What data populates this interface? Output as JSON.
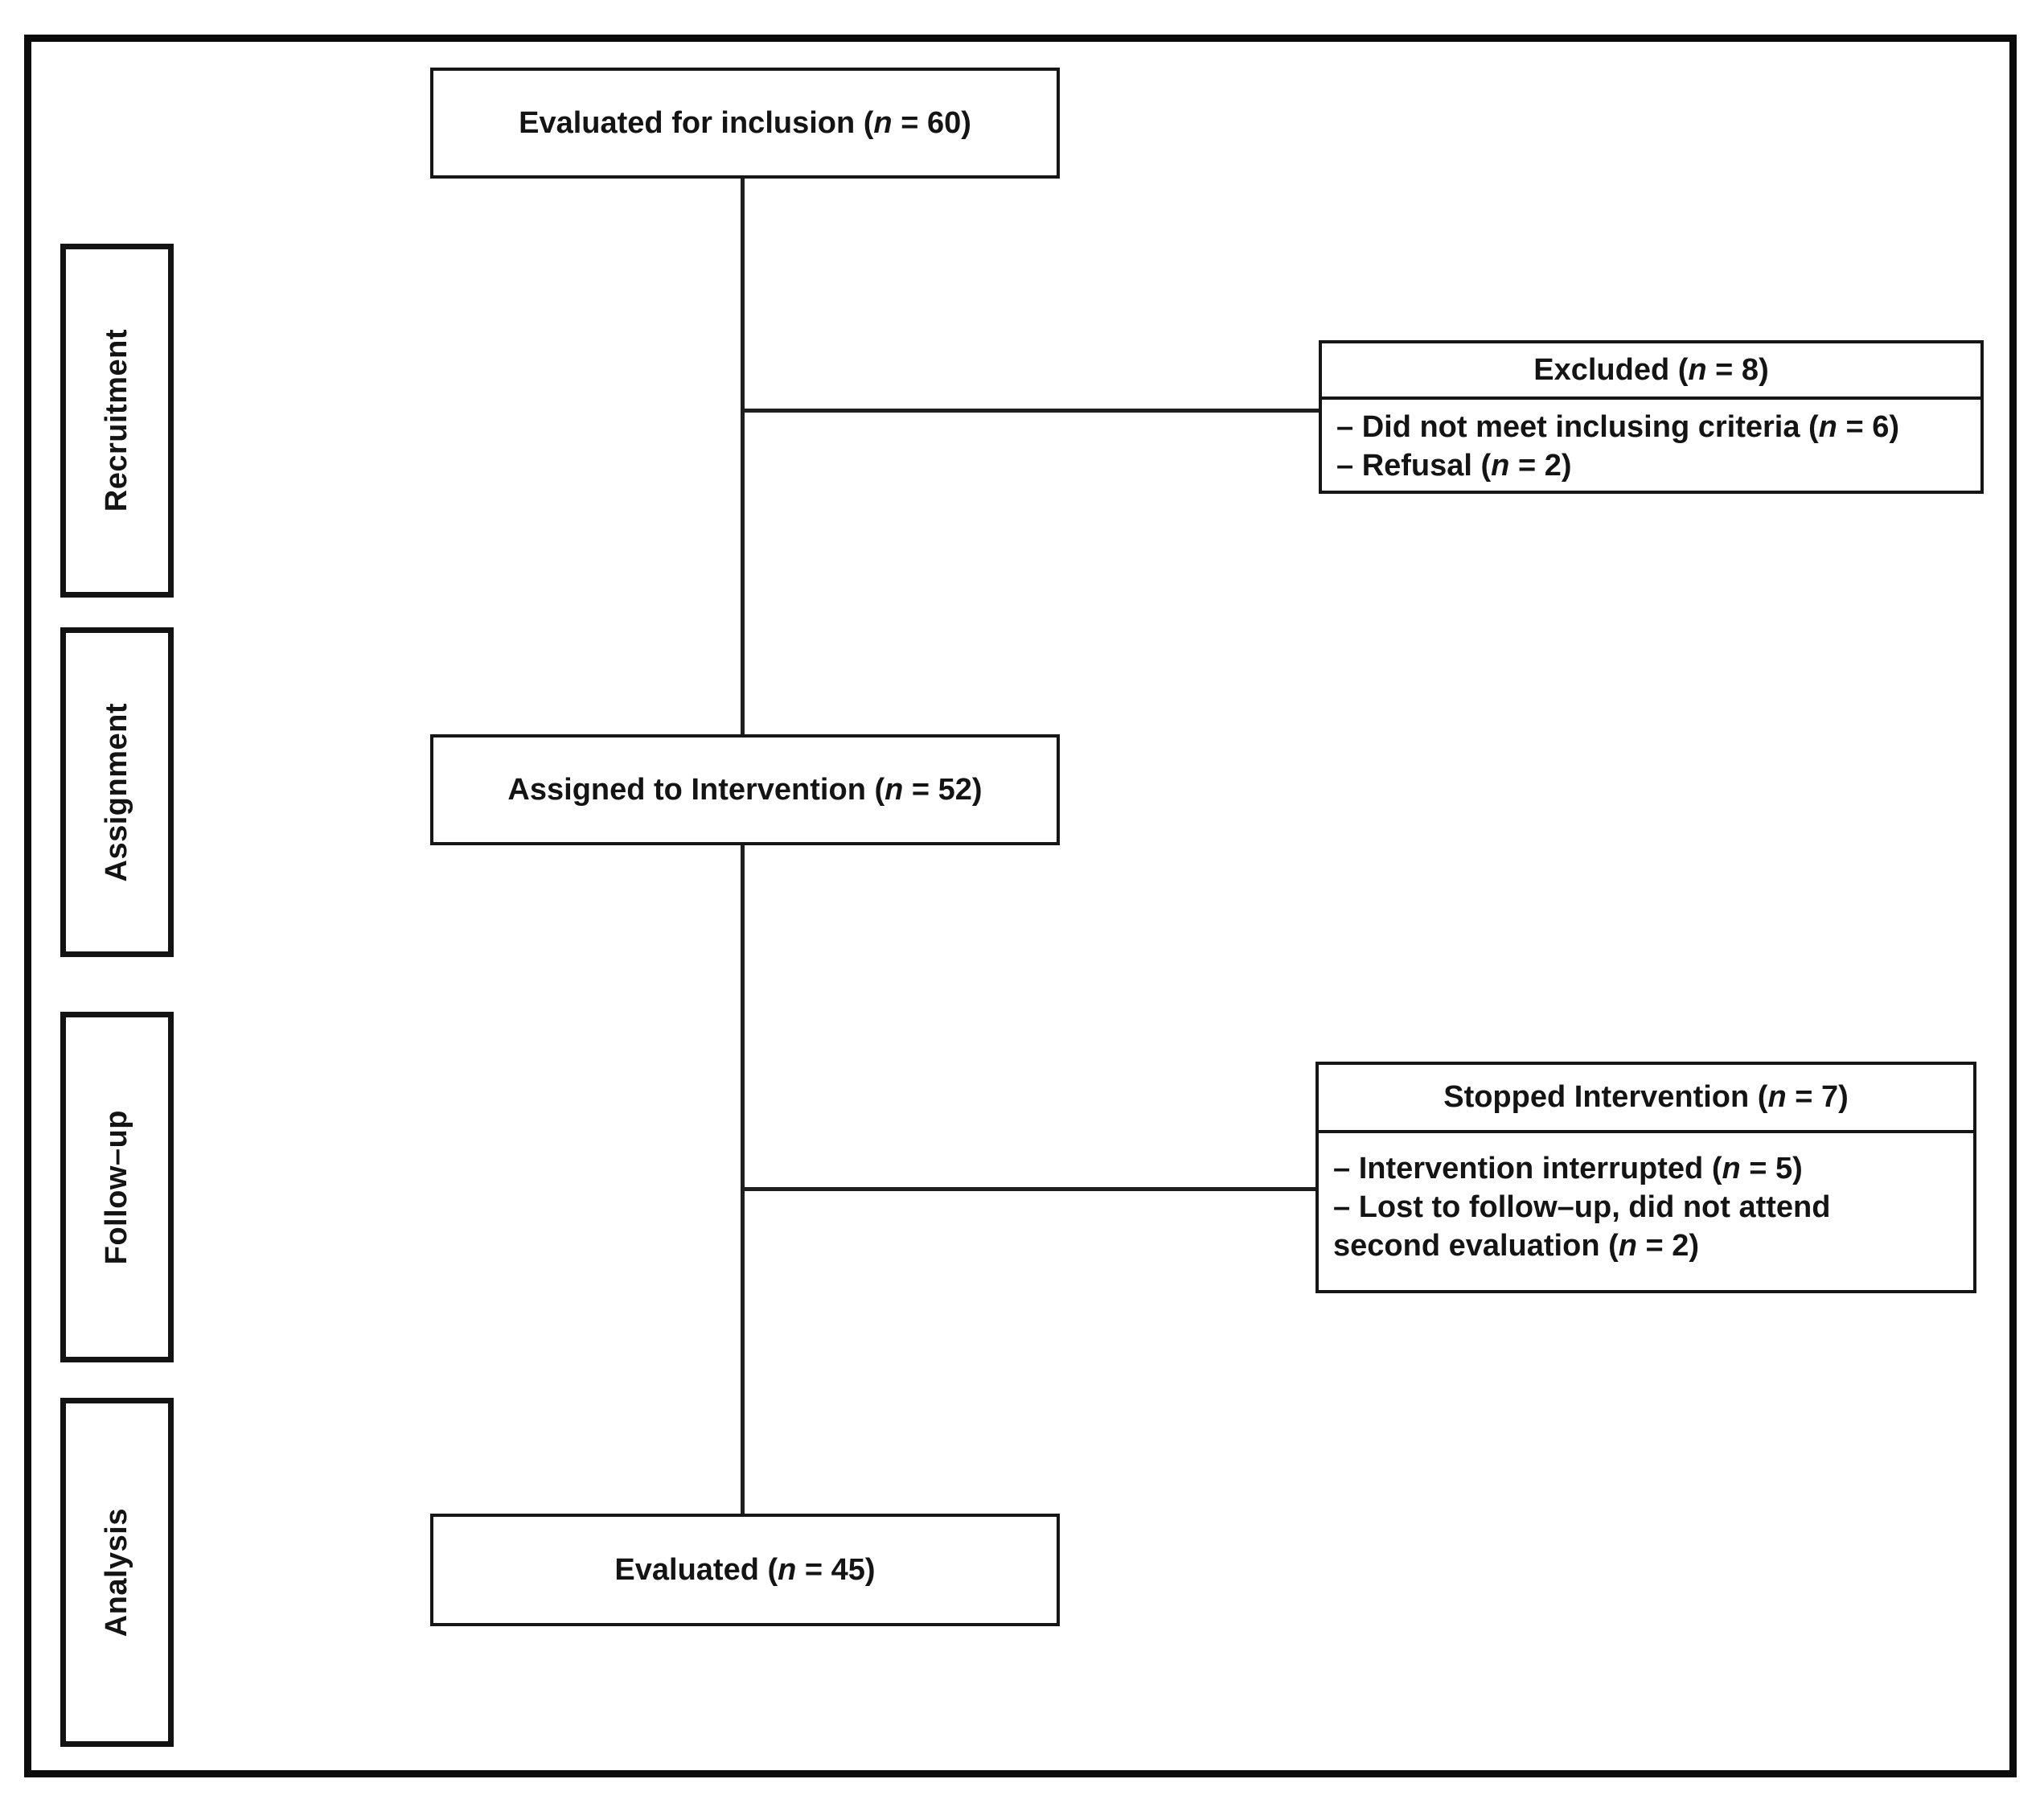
{
  "figure": {
    "type": "consort-flow-diagram",
    "colors": {
      "line": "#1f1f1f",
      "border": "#0b0b0b",
      "background": "#ffffff",
      "text": "#141414"
    },
    "stages": [
      {
        "label": "Recruitment"
      },
      {
        "label": "Assignment"
      },
      {
        "label": "Follow–up"
      },
      {
        "label": "Analysis"
      }
    ],
    "boxes": {
      "evaluated_for_inclusion": {
        "prefix": "Evaluated for inclusion (",
        "n": "n",
        "suffix": " = 60)"
      },
      "assigned": {
        "prefix": "Assigned to Intervention (",
        "n": "n",
        "suffix": " = 52)"
      },
      "evaluated": {
        "prefix": "Evaluated (",
        "n": "n",
        "suffix": " = 45)"
      },
      "excluded": {
        "header": {
          "prefix": "Excluded (",
          "n": "n",
          "suffix": " = 8)"
        },
        "items": [
          {
            "prefix": "– Did not meet inclusing criteria (",
            "n": "n",
            "suffix": " = 6)"
          },
          {
            "prefix": "– Refusal (",
            "n": "n",
            "suffix": " = 2)"
          }
        ]
      },
      "stopped": {
        "header": {
          "prefix": "Stopped Intervention (",
          "n": "n",
          "suffix": " = 7)"
        },
        "items": [
          {
            "prefix": "– Intervention interrupted (",
            "n": "n",
            "suffix": " = 5)"
          },
          {
            "line1": "– Lost to follow–up, did not attend",
            "line2_prefix": "second evaluation (",
            "n": "n",
            "suffix": " = 2)"
          }
        ]
      }
    }
  }
}
